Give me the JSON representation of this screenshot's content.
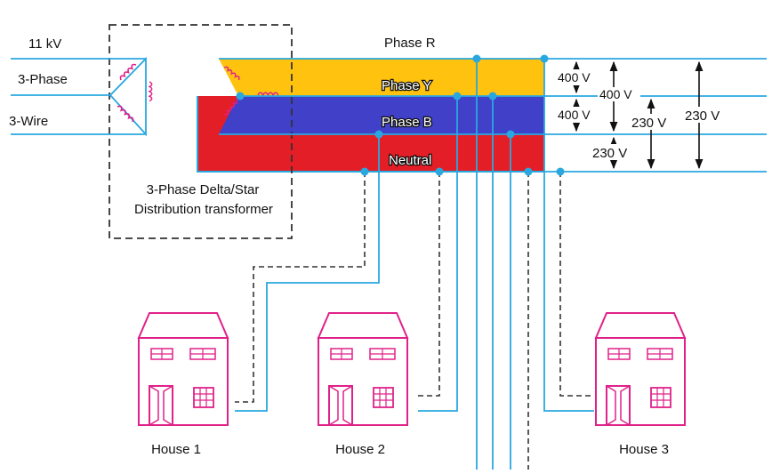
{
  "colors": {
    "wire": "#29a8e0",
    "phase_r": "#ffc20e",
    "phase_y_band": "#4040c8",
    "phase_b_band": "#e41e26",
    "house": "#e0218a",
    "service_dashed": "#333333",
    "arrow": "#111111"
  },
  "inputs": {
    "voltage": "11 kV",
    "phases": "3-Phase",
    "wires": "3-Wire"
  },
  "transformer": {
    "label_line1": "3-Phase Delta/Star",
    "label_line2": "Distribution transformer"
  },
  "lines": {
    "phase_r": "Phase R",
    "phase_y": "Phase Y",
    "phase_b": "Phase B",
    "neutral": "Neutral"
  },
  "voltages": {
    "ry": "400 V",
    "yb": "400 V",
    "rb": "400 V",
    "bn": "230 V",
    "yn": "230 V",
    "rn": "230 V"
  },
  "houses": [
    {
      "label": "House 1"
    },
    {
      "label": "House 2"
    },
    {
      "label": "House 3"
    }
  ]
}
